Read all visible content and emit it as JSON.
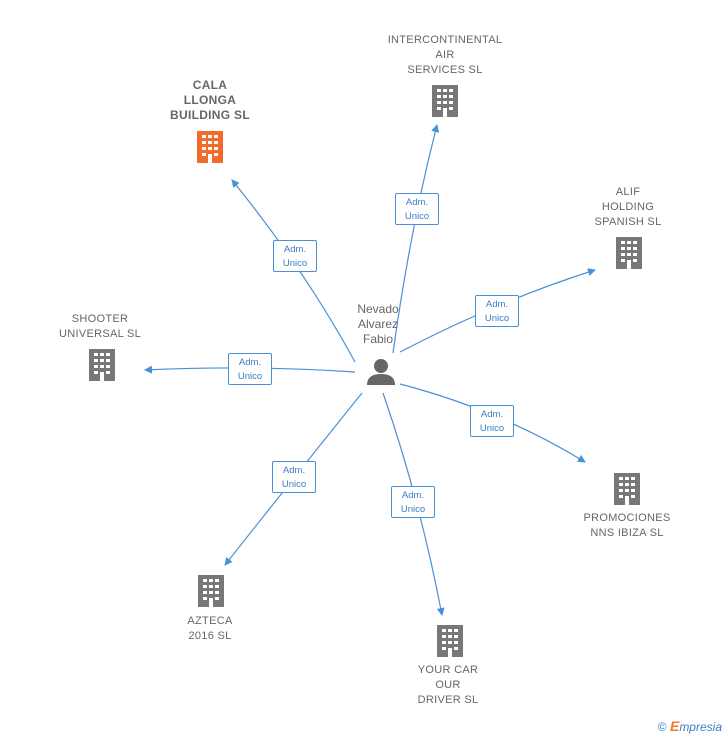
{
  "center": {
    "name": "Nevado\nAlvarez\nFabio",
    "icon": "person-icon"
  },
  "colors": {
    "edge": "#4a90d9",
    "building": "#777777",
    "highlight": "#f26b2a",
    "person": "#666666"
  },
  "companies": [
    {
      "id": "cala-llonga",
      "name": "CALA\nLLONGA\nBUILDING  SL",
      "highlighted": true,
      "role": "Adm.\nUnico"
    },
    {
      "id": "intercontinental",
      "name": "INTERCONTINENTAL\nAIR\nSERVICES  SL",
      "highlighted": false,
      "role": "Adm.\nUnico"
    },
    {
      "id": "alif",
      "name": "ALIF\nHOLDING\nSPANISH  SL",
      "highlighted": false,
      "role": "Adm.\nUnico"
    },
    {
      "id": "shooter",
      "name": "SHOOTER\nUNIVERSAL  SL",
      "highlighted": false,
      "role": "Adm.\nUnico"
    },
    {
      "id": "promociones",
      "name": "PROMOCIONES\nNNS IBIZA SL",
      "highlighted": false,
      "role": "Adm.\nUnico"
    },
    {
      "id": "azteca",
      "name": "AZTECA\n2016  SL",
      "highlighted": false,
      "role": "Adm.\nUnico"
    },
    {
      "id": "yourcar",
      "name": "YOUR CAR\nOUR\nDRIVER  SL",
      "highlighted": false,
      "role": "Adm.\nUnico"
    }
  ],
  "footer": {
    "copyright": "©",
    "brand_initial": "E",
    "brand_rest": "mpresia"
  }
}
